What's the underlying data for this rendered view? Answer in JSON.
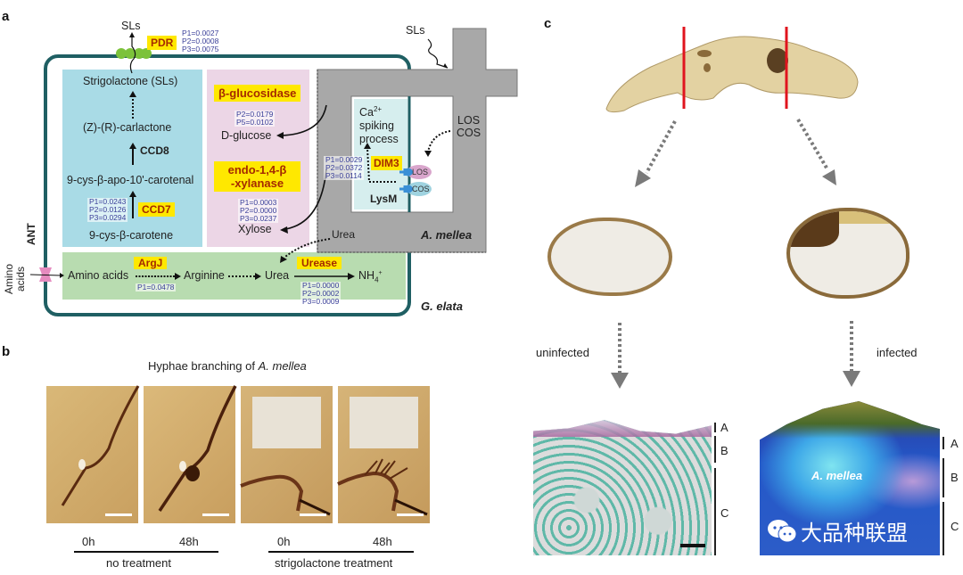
{
  "panel_a": {
    "label": "a",
    "membrane_export": {
      "product": "SLs",
      "transporter": "PDR",
      "pvalues": [
        "P1=0.0027",
        "P2=0.0008",
        "P3=0.0075"
      ]
    },
    "fungus_sls_label": "SLs",
    "sl_pathway": {
      "nodes": [
        "Strigolactone (SLs)",
        "(Z)-(R)-carlactone",
        "9-cys-β-apo-10'-carotenal",
        "9-cys-β-carotene"
      ],
      "ccd8": "CCD8",
      "ccd7": "CCD7",
      "ccd7_pvalues": [
        "P1=0.0243",
        "P2=0.0126",
        "P3=0.0294"
      ]
    },
    "sugar": {
      "enzyme1": "β-glucosidase",
      "enzyme1_pvalues": [
        "P2=0.0179",
        "P5=0.0102"
      ],
      "product1": "D-glucose",
      "enzyme2_line1": "endo-1,4-β",
      "enzyme2_line2": "-xylanase",
      "enzyme2_pvalues": [
        "P1=0.0003",
        "P2=0.0000",
        "P3=0.0237"
      ],
      "product2": "Xylose"
    },
    "signaling": {
      "ca_line1": "Ca",
      "ca_sup": "2+",
      "ca_line2": "spiking",
      "ca_line3": "process",
      "dim3": "DIM3",
      "dim3_pvalues": [
        "P1=0.0029",
        "P2=0.0372",
        "P3=0.0114"
      ],
      "receptor": "LysM",
      "los": "LOS",
      "cos": "COS",
      "los_cos_line1": "LOS",
      "los_cos_line2": "COS"
    },
    "fungus_urea": "Urea",
    "fungus_name": "A. mellea",
    "plant_name": "G. elata",
    "ant_label": "ANT",
    "amino_in_line1": "Amino",
    "amino_in_line2": "acids",
    "nitrogen": {
      "n1": "Amino acids",
      "argj": "ArgJ",
      "argj_pvalue": "P1=0.0478",
      "n2": "Arginine",
      "n3": "Urea",
      "urease": "Urease",
      "urease_pvalues": [
        "P1=0.0000",
        "P2=0.0002",
        "P3=0.0009"
      ],
      "n4": "NH",
      "n4_sub": "4",
      "n4_sup": "+"
    },
    "colors": {
      "membrane": "#1f5f63",
      "blue_box": "#a9dbe6",
      "pink_box": "#ecd6e6",
      "green_box": "#b8dcb0",
      "fungus_gray": "#a8a8a8",
      "enzyme_yellow": "#ffe800"
    }
  },
  "panel_b": {
    "label": "b",
    "title_prefix": "Hyphae branching of ",
    "title_species": "A. mellea",
    "images": [
      {
        "time": "0h",
        "group": "no treatment"
      },
      {
        "time": "48h",
        "group": "no treatment"
      },
      {
        "time": "0h",
        "group": "strigolactone treatment"
      },
      {
        "time": "48h",
        "group": "strigolactone treatment"
      }
    ],
    "group_labels": [
      "no treatment",
      "strigolactone treatment"
    ]
  },
  "panel_c": {
    "label": "c",
    "left_condition": "uninfected",
    "right_condition": "infected",
    "fungus_label": "A. mellea",
    "layers": [
      "A",
      "B",
      "C"
    ],
    "watermark": "大品种联盟"
  }
}
